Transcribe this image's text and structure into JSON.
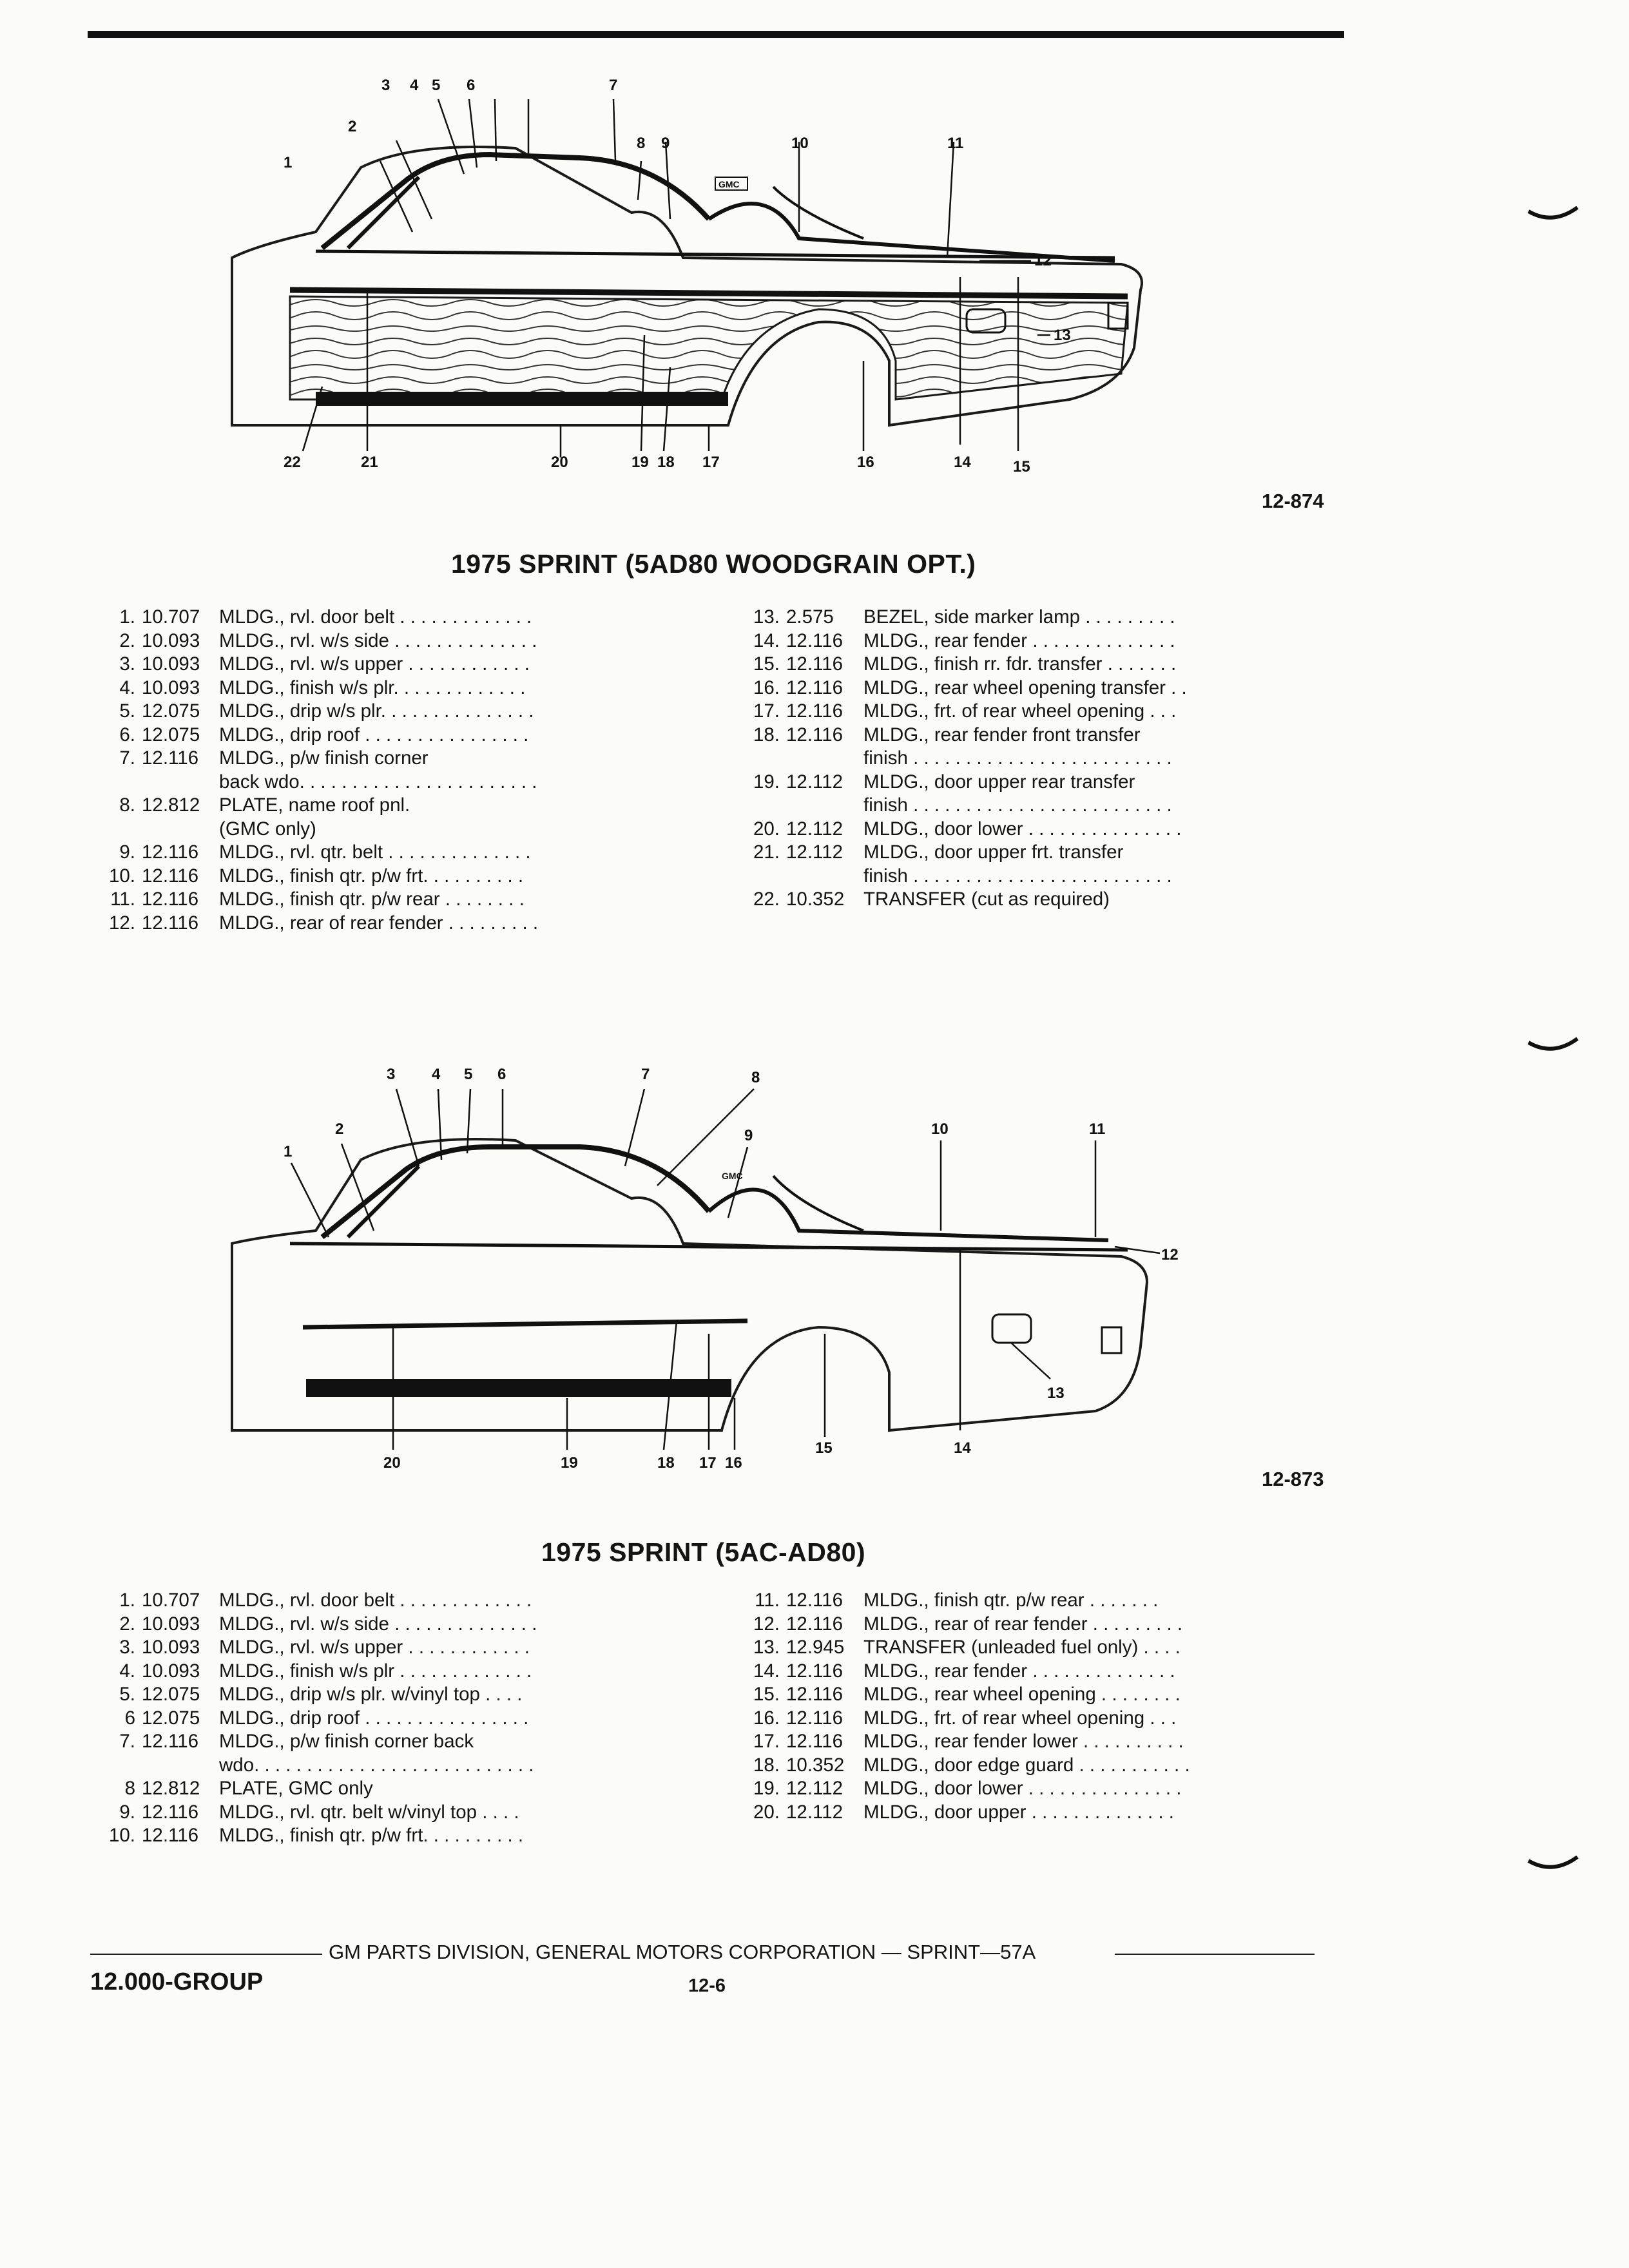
{
  "section1": {
    "figure_number": "12-874",
    "title": "1975 SPRINT (5AD80 WOODGRAIN OPT.)",
    "callouts": [
      "1",
      "2",
      "3",
      "4",
      "5",
      "6",
      "7",
      "8",
      "9",
      "10",
      "11",
      "12",
      "13",
      "14",
      "15",
      "16",
      "17",
      "18",
      "19",
      "20",
      "21",
      "22"
    ],
    "parts_left": [
      {
        "no": "1.",
        "pn": "10.707",
        "desc": "MLDG., rvl. door belt . . . . . . . . . . . . ."
      },
      {
        "no": "2.",
        "pn": "10.093",
        "desc": "MLDG., rvl. w/s side . . . . . . . . . . . . . ."
      },
      {
        "no": "3.",
        "pn": "10.093",
        "desc": "MLDG., rvl. w/s upper . . . . . . . . . . . ."
      },
      {
        "no": "4.",
        "pn": "10.093",
        "desc": "MLDG., finish w/s plr. . . . . . . . . . . . ."
      },
      {
        "no": "5.",
        "pn": "12.075",
        "desc": "MLDG., drip w/s plr. . . . . . . . . . . . . . ."
      },
      {
        "no": "6.",
        "pn": "12.075",
        "desc": "MLDG., drip roof . . . . . . . . . . . . . . . ."
      },
      {
        "no": "7.",
        "pn": "12.116",
        "desc": "MLDG., p/w finish corner",
        "cont": "back wdo. . . . . . . . . . . . . . . . . . . . . . ."
      },
      {
        "no": "8.",
        "pn": "12.812",
        "desc": "PLATE, name roof pnl.",
        "cont": "(GMC only)"
      },
      {
        "no": "9.",
        "pn": "12.116",
        "desc": "MLDG., rvl. qtr. belt . . . . . . . . . . . . . ."
      },
      {
        "no": "10.",
        "pn": "12.116",
        "desc": "MLDG., finish qtr. p/w frt. . . . . . . . . ."
      },
      {
        "no": "11.",
        "pn": "12.116",
        "desc": "MLDG., finish qtr. p/w rear . . . . . . . ."
      },
      {
        "no": "12.",
        "pn": "12.116",
        "desc": "MLDG., rear of rear fender . . . . . . . . ."
      }
    ],
    "parts_right": [
      {
        "no": "13.",
        "pn": "2.575",
        "desc": "BEZEL, side marker lamp . . . . . . . . ."
      },
      {
        "no": "14.",
        "pn": "12.116",
        "desc": "MLDG., rear fender . . . . . . . . . . . . . ."
      },
      {
        "no": "15.",
        "pn": "12.116",
        "desc": "MLDG., finish rr. fdr. transfer . . . . . . ."
      },
      {
        "no": "16.",
        "pn": "12.116",
        "desc": "MLDG., rear wheel opening transfer . ."
      },
      {
        "no": "17.",
        "pn": "12.116",
        "desc": "MLDG., frt. of rear wheel opening . . ."
      },
      {
        "no": "18.",
        "pn": "12.116",
        "desc": "MLDG., rear fender front transfer",
        "cont": "finish . . . . . . . . . . . . . . . . . . . . . . . . ."
      },
      {
        "no": "19.",
        "pn": "12.112",
        "desc": "MLDG., door upper rear transfer",
        "cont": "finish . . . . . . . . . . . . . . . . . . . . . . . . ."
      },
      {
        "no": "20.",
        "pn": "12.112",
        "desc": "MLDG., door lower . . . . . . . . . . . . . . ."
      },
      {
        "no": "21.",
        "pn": "12.112",
        "desc": "MLDG., door upper frt. transfer",
        "cont": "finish . . . . . . . . . . . . . . . . . . . . . . . . ."
      },
      {
        "no": "22.",
        "pn": "10.352",
        "desc": "TRANSFER (cut as required)"
      }
    ]
  },
  "section2": {
    "figure_number": "12-873",
    "title": "1975 SPRINT (5AC-AD80)",
    "callouts": [
      "1",
      "2",
      "3",
      "4",
      "5",
      "6",
      "7",
      "8",
      "9",
      "10",
      "11",
      "12",
      "13",
      "14",
      "15",
      "16",
      "17",
      "18",
      "19",
      "20"
    ],
    "parts_left": [
      {
        "no": "1.",
        "pn": "10.707",
        "desc": "MLDG., rvl. door belt . . . . . . . . . . . . ."
      },
      {
        "no": "2.",
        "pn": "10.093",
        "desc": "MLDG., rvl. w/s side . . . . . . . . . . . . . ."
      },
      {
        "no": "3.",
        "pn": "10.093",
        "desc": "MLDG., rvl. w/s upper . . . . . . . . . . . ."
      },
      {
        "no": "4.",
        "pn": "10.093",
        "desc": "MLDG., finish w/s plr . . . . . . . . . . . . ."
      },
      {
        "no": "5.",
        "pn": "12.075",
        "desc": "MLDG., drip w/s plr. w/vinyl top . . . ."
      },
      {
        "no": "6",
        "pn": "12.075",
        "desc": "MLDG., drip roof . . . . . . . . . . . . . . . ."
      },
      {
        "no": "7.",
        "pn": "12.116",
        "desc": "MLDG., p/w finish corner back",
        "cont": "wdo. . . . . . . . . . . . . . . . . . . . . . . . . . ."
      },
      {
        "no": "8",
        "pn": "12.812",
        "desc": "PLATE, GMC only"
      },
      {
        "no": "9.",
        "pn": "12.116",
        "desc": "MLDG., rvl. qtr. belt w/vinyl top . . . ."
      },
      {
        "no": "10.",
        "pn": "12.116",
        "desc": "MLDG., finish qtr. p/w frt. . . . . . . . . ."
      }
    ],
    "parts_right": [
      {
        "no": "11.",
        "pn": "12.116",
        "desc": "MLDG., finish qtr. p/w rear . . . . . . ."
      },
      {
        "no": "12.",
        "pn": "12.116",
        "desc": "MLDG., rear of rear fender . . . . . . . . ."
      },
      {
        "no": "13.",
        "pn": "12.945",
        "desc": "TRANSFER (unleaded fuel only) . . . ."
      },
      {
        "no": "14.",
        "pn": "12.116",
        "desc": "MLDG., rear fender . . . . . . . . . . . . . ."
      },
      {
        "no": "15.",
        "pn": "12.116",
        "desc": "MLDG., rear wheel opening . . . . . . . ."
      },
      {
        "no": "16.",
        "pn": "12.116",
        "desc": "MLDG., frt. of rear wheel opening . . ."
      },
      {
        "no": "17.",
        "pn": "12.116",
        "desc": "MLDG., rear fender lower . . . . . . . . . ."
      },
      {
        "no": "18.",
        "pn": "10.352",
        "desc": "MLDG., door edge guard . . . . . . . . . . ."
      },
      {
        "no": "19.",
        "pn": "12.112",
        "desc": "MLDG., door lower . . . . . . . . . . . . . . ."
      },
      {
        "no": "20.",
        "pn": "12.112",
        "desc": "MLDG., door upper . . . . . . . . . . . . . ."
      }
    ]
  },
  "footer": {
    "publisher_line": "GM PARTS DIVISION, GENERAL MOTORS CORPORATION — SPRINT—57A",
    "group": "12.000-GROUP",
    "page": "12-6"
  },
  "plate_text": "GMC"
}
